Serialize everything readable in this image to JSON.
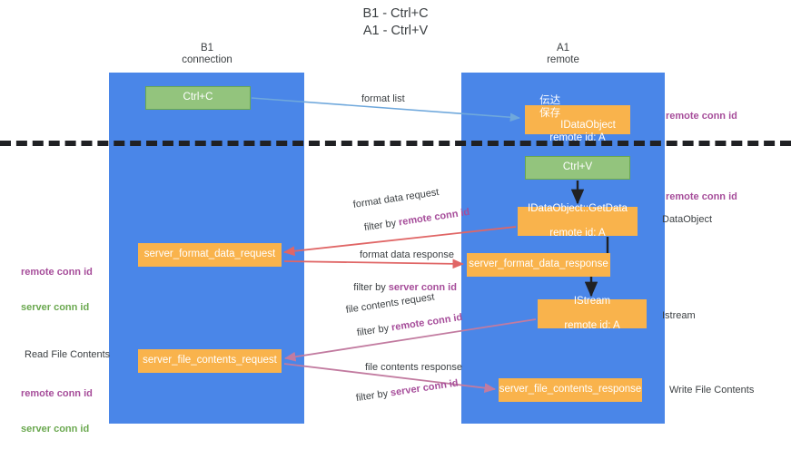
{
  "title": "B1 - Ctrl+C\nA1 - Ctrl+V",
  "lanes": [
    {
      "name": "b1",
      "header": "B1\nconnection",
      "color": "#4a86e8"
    },
    {
      "name": "a1",
      "header": "A1\nremote",
      "color": "#4a86e8"
    }
  ],
  "colors": {
    "lane": "#4a86e8",
    "green_node": "#93c47d",
    "orange_node": "#f9b34c",
    "purple_text": "#a64d9a",
    "green_text": "#6aa84f",
    "dark_text": "#3c4043",
    "arrow_blue": "#6fa8dc",
    "arrow_red": "#e06666",
    "arrow_magenta": "#c27ba0",
    "arrow_black": "#202124",
    "divider": "#202124"
  },
  "nodes": {
    "ctrl_c": "Ctrl+C",
    "ctrl_v": "Ctrl+V",
    "save_idataobject_line1_overlay_a": "保存",
    "save_idataobject_line1_overlay_b": "伝达",
    "save_idataobject_line1_tail": "IDataObject",
    "save_idataobject_line2": "remote id: A",
    "getdata_line1": "IDataObject::GetData",
    "getdata_line2": "remote id: A",
    "istream_line1": "IStream",
    "istream_line2": "remote id: A",
    "server_format_data_request": "server_format_data_request",
    "server_format_data_response": "server_format_data_response",
    "server_file_contents_request": "server_file_contents_request",
    "server_file_contents_response": "server_file_contents_response"
  },
  "labels": {
    "format_list": "format list",
    "remote_conn_id": "remote conn id",
    "server_conn_id": "server conn id",
    "dataobject": "DataObject",
    "istream_right": "Istream",
    "write_file_contents": "Write File Contents",
    "read_file_contents": "Read File Contents",
    "format_data_request": "format data request",
    "format_data_response": "format data response",
    "file_contents_request": "file contents request",
    "file_contents_response": "file contents response",
    "filter_by": "filter by "
  }
}
